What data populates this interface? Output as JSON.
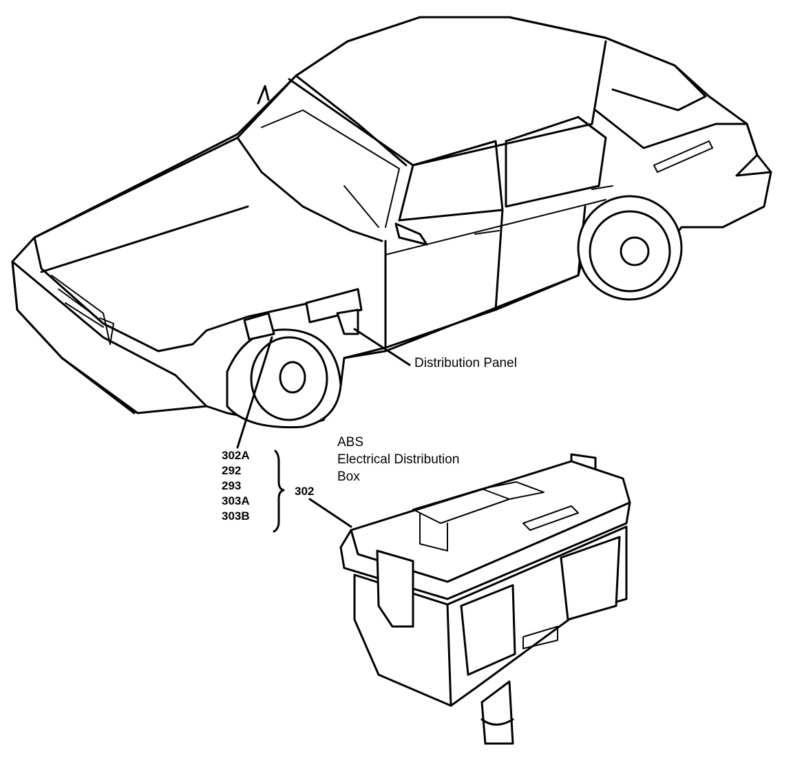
{
  "labels": {
    "distribution_panel": "Distribution Panel",
    "abs_box": [
      "ABS",
      "Electrical Distribution",
      "Box"
    ],
    "connector_codes": [
      "302A",
      "292",
      "293",
      "303A",
      "303B"
    ],
    "group_code": "302"
  }
}
